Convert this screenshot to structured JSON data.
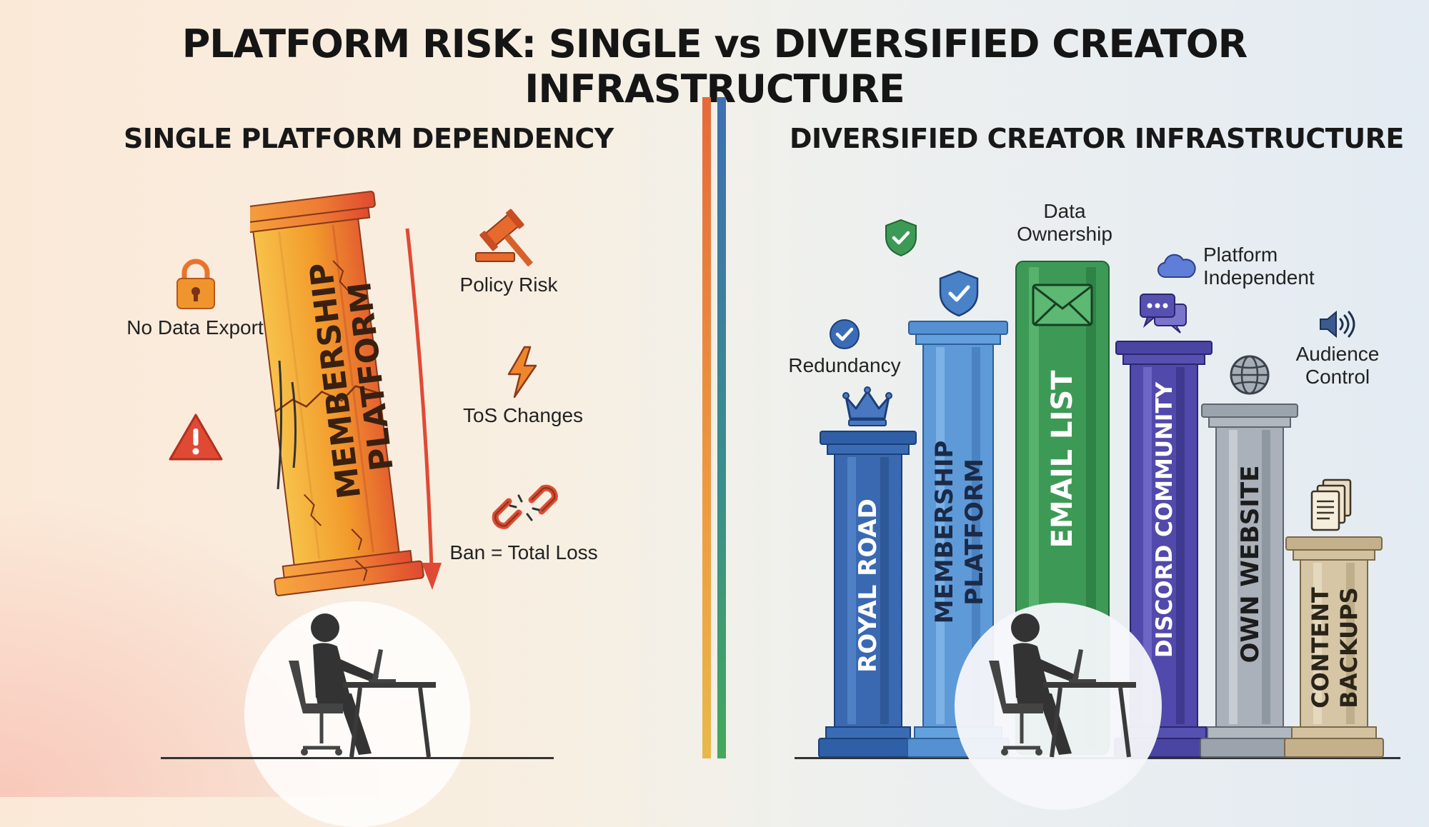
{
  "title": "PLATFORM RISK: SINGLE vs DIVERSIFIED CREATOR INFRASTRUCTURE",
  "left_panel": {
    "heading": "SINGLE PLATFORM DEPENDENCY",
    "pillar_line1": "MEMBERSHIP",
    "pillar_line2": "PLATFORM",
    "risks": {
      "no_data_export": "No Data Export",
      "policy_risk": "Policy Risk",
      "tos_changes": "ToS Changes",
      "ban_total_loss": "Ban = Total Loss"
    }
  },
  "right_panel": {
    "heading": "DIVERSIFIED CREATOR INFRASTRUCTURE",
    "pillars": {
      "royal_road": "ROYAL ROAD",
      "membership_line1": "MEMBERSHIP",
      "membership_line2": "PLATFORM",
      "email_list": "EMAIL LIST",
      "discord": "DISCORD COMMUNITY",
      "website": "OWN WEBSITE",
      "backups_line1": "CONTENT",
      "backups_line2": "BACKUPS"
    },
    "benefits": {
      "redundancy": "Redundancy",
      "data_line1": "Data",
      "data_line2": "Ownership",
      "platform_line1": "Platform",
      "platform_line2": "Independent",
      "audience_line1": "Audience",
      "audience_line2": "Control"
    }
  },
  "icons": [
    "lock-icon",
    "warning-icon",
    "gavel-icon",
    "lightning-icon",
    "broken-link-icon",
    "shield-check-icon",
    "check-circle-icon",
    "crown-icon",
    "envelope-icon",
    "chat-icon",
    "cloud-icon",
    "globe-icon",
    "speaker-icon",
    "documents-icon",
    "person-laptop-icon"
  ],
  "colors": {
    "single_pillar": "#f0a030",
    "danger": "#e04a35",
    "royal_road": "#3a66b0",
    "membership": "#5b94d4",
    "email": "#3d9a56",
    "discord": "#5049a8",
    "website": "#a6adb6",
    "backups": "#cdbb98"
  }
}
